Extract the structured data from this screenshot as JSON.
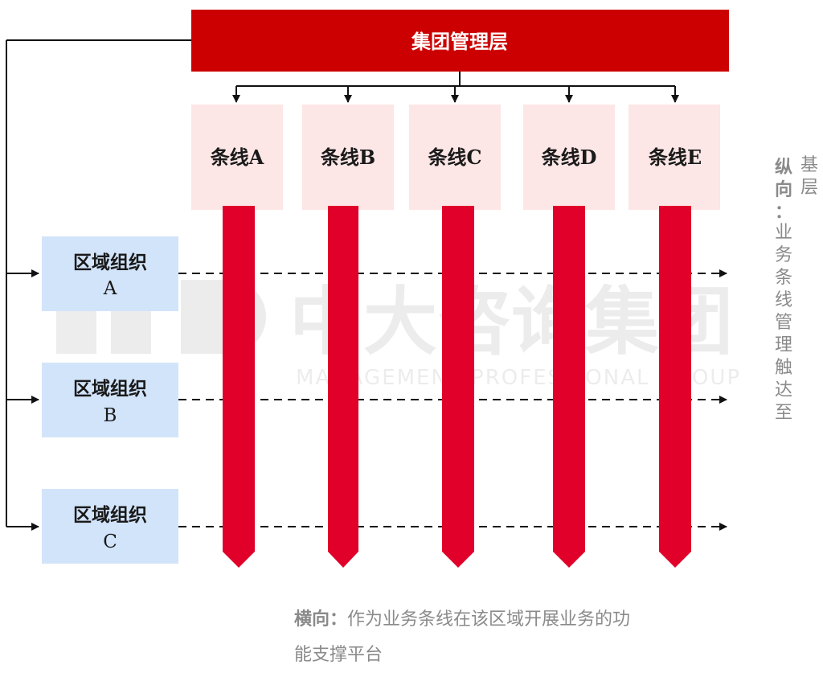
{
  "watermark": {
    "main": "中大咨询集团",
    "sub": "MANAGEMENT PROFESSIONAL GROUP"
  },
  "top": {
    "label": "集团管理层",
    "color": "#cc0000"
  },
  "lines": [
    {
      "label": "条线A"
    },
    {
      "label": "条线B"
    },
    {
      "label": "条线C"
    },
    {
      "label": "条线D"
    },
    {
      "label": "条线E"
    }
  ],
  "regions": [
    {
      "line1": "区域组织",
      "line2": "A"
    },
    {
      "line1": "区域组织",
      "line2": "B"
    },
    {
      "line1": "区域组织",
      "line2": "C"
    }
  ],
  "colors": {
    "line_box": "#fde6e6",
    "bar": "#e0002a",
    "region_box": "#d2e4fa",
    "note": "#8a8a8a"
  },
  "vertical_note": {
    "heading": "纵向：",
    "text": "基层业务条线管理触达至"
  },
  "horizontal_note": {
    "heading": "横向：",
    "text": "作为业务条线在该区域开展业务的功能支撑平台"
  }
}
